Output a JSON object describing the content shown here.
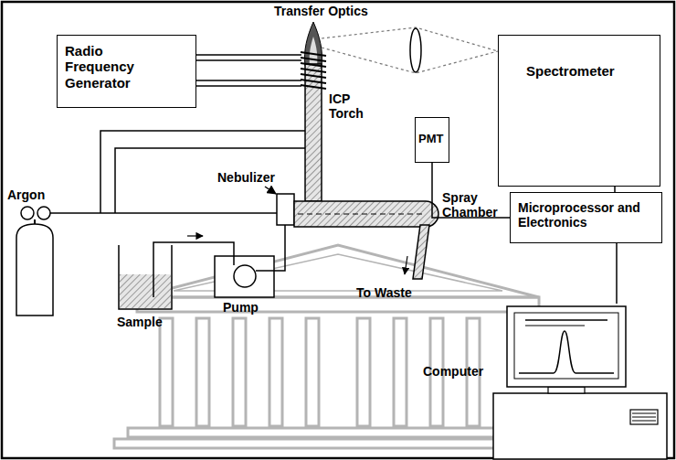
{
  "diagram": {
    "nodes": [
      {
        "text": [
          "Radio Frequency Generator"
        ]
      },
      {
        "text": [
          "Spectrometer"
        ]
      },
      {
        "text": [
          "PMT"
        ]
      },
      {
        "text": [
          "Microprocessor and Electronics"
        ]
      },
      {
        "text": [
          "Computer"
        ]
      }
    ],
    "edges": [
      {
        "from": 2,
        "to": 3,
        "arrow": "none"
      },
      {
        "from": 1,
        "to": 3,
        "arrow": "none"
      },
      {
        "from": 3,
        "to": 4,
        "arrow": "none"
      }
    ],
    "labels": [
      "Transfer Optics",
      "ICP Torch",
      "Argon",
      "Nebulizer",
      "Spray Chamber",
      "To Waste",
      "Pump",
      "Sample"
    ]
  }
}
